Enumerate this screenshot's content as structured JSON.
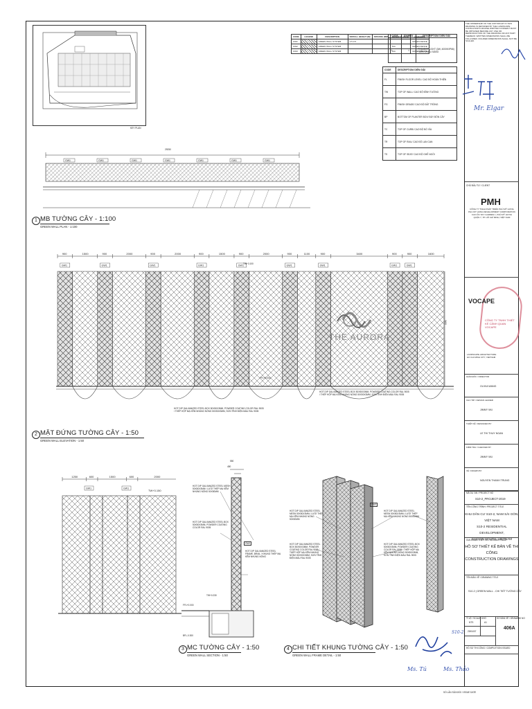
{
  "notes": {
    "copyright": "THE OWNERSHIP OF THE COPYRIGHT IN THIS DRAWING IS RETAINED BY THE LANDSCAPE CONSULTANTS WHOSE WRITTEN CONSENT MUST BE OBTAINED BEFORE ANY USE OR REPRODUCTION OF THE DRAWING OR ANY PART THEREOF. WRITTEN DIMENSIONS SHALL BE FOLLOWED. FIGURED DIMENSIONS SHALL NOT BE SCALED."
  },
  "key_plan": {
    "label": "KEY PLAN"
  },
  "legend": {
    "headers": [
      "CODE",
      "LEGEND",
      "DESCRIPTION",
      "INSTALL HEIGHT (M)",
      "SPACING (MM)",
      "QUANTITY (PCS)",
      "REMARKS"
    ],
    "rows": [
      [
        "GW1",
        "",
        "GREEN WALL SYSTEM",
        "2.5-3.5",
        "",
        "",
        "GREEN FENCE"
      ],
      [
        "GW2",
        "",
        "GREEN WALL SYSTEM",
        "",
        "",
        "N/A",
        "GREEN FENCE"
      ],
      [
        "GW3",
        "",
        "GREEN WALL SYSTEM",
        "",
        "",
        "N/A",
        "GREEN FENCE"
      ]
    ]
  },
  "code_table": {
    "headers": [
      "CODE",
      "SYMBOL",
      "DESCRIPTION/ DIỄN GIẢI"
    ],
    "light_row": {
      "code": "L1",
      "symbol": "◊",
      "description": "PROJECT LIGHT (3W, 4000K/IP66) / ĐÈN CHIẾU SÁNG"
    },
    "rows": [
      [
        "CODE",
        "DESCRIPTION/ DIỄN GIẢI"
      ],
      [
        "FL",
        "FINISH FLOOR LEVEL/ CAO ĐỘ HOÀN THIỆN"
      ],
      [
        "TW",
        "TOP OF WALL/ CAO ĐỘ ĐỈNH TƯỜNG"
      ],
      [
        "FG",
        "FINISH GRADE/ CAO ĐỘ ĐẤT TRỒNG"
      ],
      [
        "BP",
        "BOTTOM OF PLANTER BOX/ ĐÁY BỒN CÂY"
      ],
      [
        "TC",
        "TOP OF CURB/ CAO ĐỘ BÓ VỈA"
      ],
      [
        "TR",
        "TOP OF RAIL/ CAO ĐỘ LAN CAN"
      ],
      [
        "TS",
        "TOP OF SEAT/ CAO ĐỘ GHẾ NGỒI"
      ]
    ]
  },
  "views": {
    "v1": {
      "num": "1",
      "title": "MB TƯỜNG CÂY - 1:100",
      "sub": "GREEN WALL PLAN - 1:100",
      "dimension": "29250"
    },
    "v2": {
      "num": "2",
      "title": "MẶT ĐỨNG TƯỜNG CÂY - 1:50",
      "sub": "GREEN WALL ELEVATION - 1:50",
      "dims": [
        "900",
        "1500",
        "900",
        "2000",
        "900",
        "2000",
        "900",
        "1500",
        "900",
        "2000",
        "900",
        "1100",
        "900",
        "3400",
        "900",
        "900",
        "1600"
      ],
      "tags": [
        "GW1",
        "GW1",
        "GW1",
        "GW1",
        "GW1",
        "GW1",
        "GW1",
        "GW1",
        "GW1",
        "GW1",
        "GW1",
        "GW1"
      ],
      "tw_label": "TW+3.100",
      "fl_label": "FFL+0.000",
      "height_dim": "3400",
      "note_a": "HOT DIP GALVANIZED STEEL BOX 50X50X3MM, POWDER COATING COLOR RAL 9005 / THÉP HỘP MẠ KẼM NHÚNG NÓNG 50X50X3MM, SƠN TĨNH ĐIỆN MÀU RAL 9005",
      "note_b": "HOT DIP GALVANIZED STEEL BOX 50X50X3MM, POWDER COATING COLOR RAL 9005 / THÉP HỘP MẠ KẼM NHÚNG NÓNG 50X50X3MM, SƠN TĨNH ĐIỆN MÀU RAL 9005",
      "watermark": "THE AURORA"
    },
    "v3": {
      "num": "3",
      "title": "MC TƯỜNG CÂY - 1:50",
      "sub": "GREEN WALL SECTION - 1:50",
      "dims": [
        "1250",
        "600",
        "1500",
        "600",
        "2000"
      ],
      "top_dims": [
        "550",
        "50",
        "450",
        "50"
      ],
      "tw": "TW+3.150",
      "note_mesh": "HOT DIP GALVANIZED STEEL MESH 50X50X3MM / LƯỚI THÉP MẠ KẼM NHÚNG NÓNG 50X50MM",
      "note_box": "HOT DIP GALVANIZED STEEL BOX 50X50X3MM, POWDER COATING COLOR RAL 9005",
      "note_frame": "HOT DIP GALVANIZED STEEL FRAME, BRAIL / KHUNG THÉP MẠ KẼM NHÚNG NÓNG",
      "tag": "GW1",
      "level_a": "TW+0.230",
      "level_b": "FFL+0.000",
      "level_c": "BFL-0.300"
    },
    "v4": {
      "num": "4",
      "title": "CHI TIẾT KHUNG TƯỜNG CÂY - 1:50",
      "sub": "GREEN WALL FRAME DETAIL - 1:50",
      "note_mesh": "HOT DIP GALVANIZED STEEL MESH 50X50X3MM / LƯỚI THÉP MẠ KẼM NHÚNG NÓNG 50X50MM",
      "note_box": "HOT DIP GALVANIZED STEEL BOX 50X50X3MM, POWDER COATING COLOR RAL 9005 / THÉP HỘP MẠ KẼM NHÚNG NÓNG 50X50X3MM, SƠN TĨNH ĐIỆN MÀU RAL 9005",
      "tag": "GW1"
    }
  },
  "title_block": {
    "consultant_label": "CHỦ ĐẦU TƯ / CLIENT",
    "developer_logo": "PMH",
    "developer_lines": [
      "CÔNG TY TNHH PHÁT TRIỂN PHÚ MỸ HƯNG",
      "PHU MY HUNG DEVELOPMENT CORPORATION",
      "CAO ỐC SKY GARDEN 1, PHÚ MỸ HƯNG",
      "QUẬN 7, TP. HỒ CHÍ MINH, VIỆT NAM"
    ],
    "stamp_text": "CÔNG TY TNHH THIẾT KẾ CẢNH QUAN VOCAPE",
    "firm_logo": "VOCAPE",
    "firm_lines": [
      "LANDSCAPE ARCHITECTURE",
      "HO CHI MINH CITY, VIETNAM"
    ],
    "people": [
      {
        "role": "GIÁM ĐỐC / DIRECTOR",
        "name": "OLIVIA WANG"
      },
      {
        "role": "CHỦ TRÌ / DESIGN LEADER",
        "name": "JIMMY WU"
      },
      {
        "role": "THIẾT KẾ / DESIGNED BY",
        "name": "LE THI THUY NGAN"
      },
      {
        "role": "KIỂM TRA / CHECKED BY",
        "name": "JIMMY WU"
      },
      {
        "role": "VẼ / DRAWN BY",
        "name": "NGUYEN THANH TRUNG"
      }
    ],
    "project_no_label": "MÃ DỰ ÁN / PROJECT NO",
    "project_no": "S10-2_PROJECT-2019",
    "project_title_label": "TÊN CÔNG TRÌNH / PROJECT TITLE",
    "project_title": [
      "KHU DÂN CƯ S10-2, NAM SÀI GÒN, VIỆT NAM",
      "S10-2 RESIDENTIAL DEVELOPMENT,",
      "SAIGON SOUTH, VIETNAM"
    ],
    "stage_label": "GIAI ĐOẠN THIẾT KẾ / DESIGN PHASE",
    "stage": [
      "HỒ SƠ THIẾT KẾ BẢN VẼ THI CÔNG",
      "CONSTRUCTION DRAWINGS"
    ],
    "drawing_title_label": "TÊN BẢN VẼ / DRAWING TITLE",
    "drawing_title": "S10-2 | GREEN WALL - CHI TIẾT TƯỜNG CÂY",
    "scale_label": "TỈ LỆ / SCALE",
    "scale": "NTS",
    "size_label": "KHỔ",
    "size": "A1",
    "drawing_no_label": "SỐ BẢN VẼ / DRAWING NO",
    "drawing_no": "406A",
    "date": "29/04/07",
    "issue_label": "HỒ SƠ THI CÔNG / COMPLETION ISSUED",
    "revision_label": "SỐ LẦN SỬA ĐỔI / ISSUE DATE"
  },
  "handwriting": {
    "top_right": "Mr. Elgar",
    "bottom_a": "Ms. Tú",
    "bottom_b": "Ms. Thảo",
    "sign_note": "S10-2"
  }
}
